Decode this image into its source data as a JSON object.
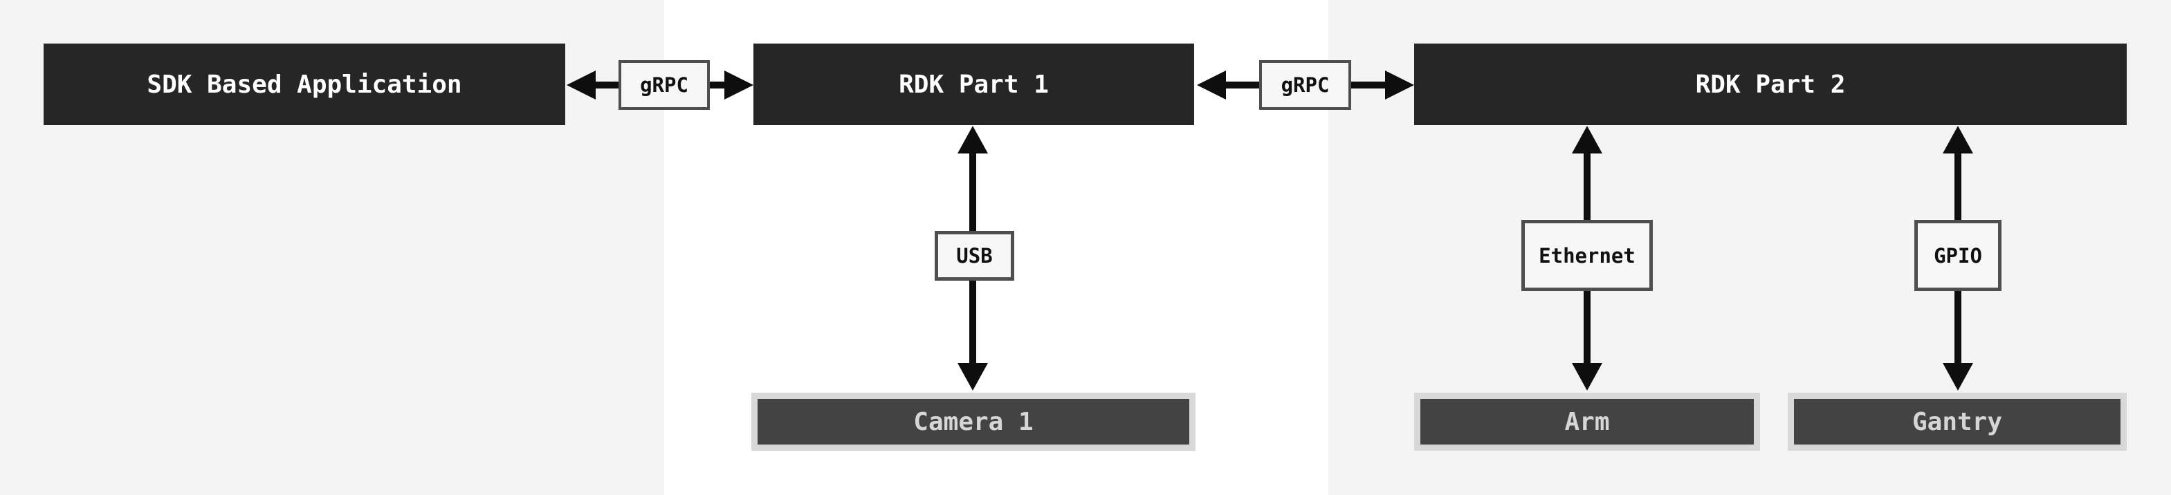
{
  "diagram": {
    "type": "architecture-diagram",
    "nodes": {
      "sdk_application": {
        "label": "SDK Based Application"
      },
      "rdk_part_1": {
        "label": "RDK Part 1"
      },
      "rdk_part_2": {
        "label": "RDK Part 2"
      },
      "camera_1": {
        "label": "Camera 1"
      },
      "arm": {
        "label": "Arm"
      },
      "gantry": {
        "label": "Gantry"
      }
    },
    "connectors": {
      "grpc_sdk_to_rdk1": {
        "label": "gRPC",
        "style": "bidirectional-horizontal"
      },
      "grpc_rdk1_to_rdk2": {
        "label": "gRPC",
        "style": "bidirectional-horizontal"
      },
      "usb": {
        "label": "USB",
        "style": "bidirectional-vertical",
        "from": "RDK Part 1",
        "to": "Camera 1"
      },
      "ethernet": {
        "label": "Ethernet",
        "style": "bidirectional-vertical",
        "from": "RDK Part 2",
        "to": "Arm"
      },
      "gpio": {
        "label": "GPIO",
        "style": "bidirectional-vertical",
        "from": "RDK Part 2",
        "to": "Gantry"
      }
    }
  },
  "palette": {
    "canvas_bg": "#ffffff",
    "side_panel_bg": "#f4f4f4",
    "node_bg": "#262626",
    "node_text": "#ffffff",
    "device_bg": "#434343",
    "device_frame": "#d8d8d8",
    "device_text": "#d6d6d6",
    "chip_bg": "#f7f7f7",
    "chip_border": "#4f4f4f",
    "chip_text": "#111111",
    "arrow": "#0e0e0e"
  }
}
